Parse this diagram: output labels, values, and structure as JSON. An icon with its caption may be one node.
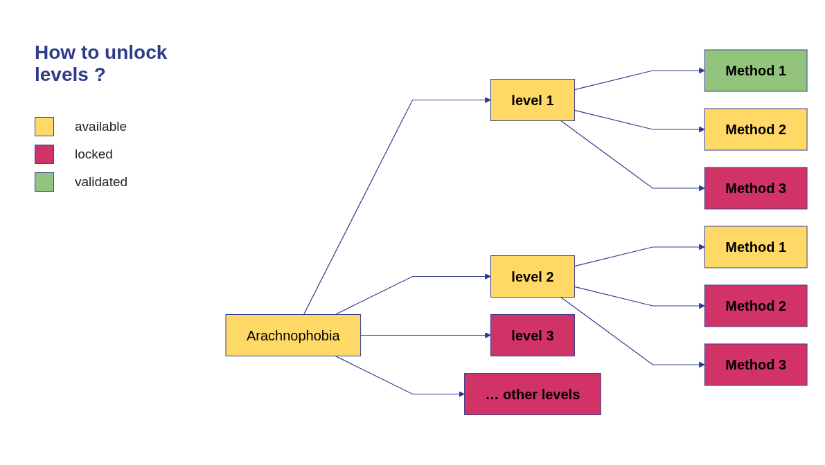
{
  "diagram": {
    "title": "How to unlock levels ?",
    "nodes": [
      {
        "text": [
          "Arachnophobia"
        ]
      },
      {
        "text": [
          "level 1"
        ]
      },
      {
        "text": [
          "level 2"
        ]
      },
      {
        "text": [
          "level 3"
        ]
      },
      {
        "text": [
          "… other levels"
        ]
      },
      {
        "text": [
          "Method 1"
        ]
      },
      {
        "text": [
          "Method 2"
        ]
      },
      {
        "text": [
          "Method 3"
        ]
      },
      {
        "text": [
          "Method 1"
        ]
      },
      {
        "text": [
          "Method 2"
        ]
      },
      {
        "text": [
          "Method 3"
        ]
      }
    ],
    "edges": [
      {
        "from": 0,
        "to": 1,
        "arrow": "to"
      },
      {
        "from": 0,
        "to": 2,
        "arrow": "to"
      },
      {
        "from": 0,
        "to": 3,
        "arrow": "to"
      },
      {
        "from": 0,
        "to": 4,
        "arrow": "to"
      },
      {
        "from": 1,
        "to": 5,
        "arrow": "to"
      },
      {
        "from": 1,
        "to": 6,
        "arrow": "to"
      },
      {
        "from": 1,
        "to": 7,
        "arrow": "to"
      },
      {
        "from": 2,
        "to": 8,
        "arrow": "to"
      },
      {
        "from": 2,
        "to": 9,
        "arrow": "to"
      },
      {
        "from": 2,
        "to": 10,
        "arrow": "to"
      }
    ],
    "legend": [
      {
        "text": "available",
        "color": "#ffd966"
      },
      {
        "text": "locked",
        "color": "#d13366"
      },
      {
        "text": "validated",
        "color": "#93c47d"
      }
    ]
  }
}
